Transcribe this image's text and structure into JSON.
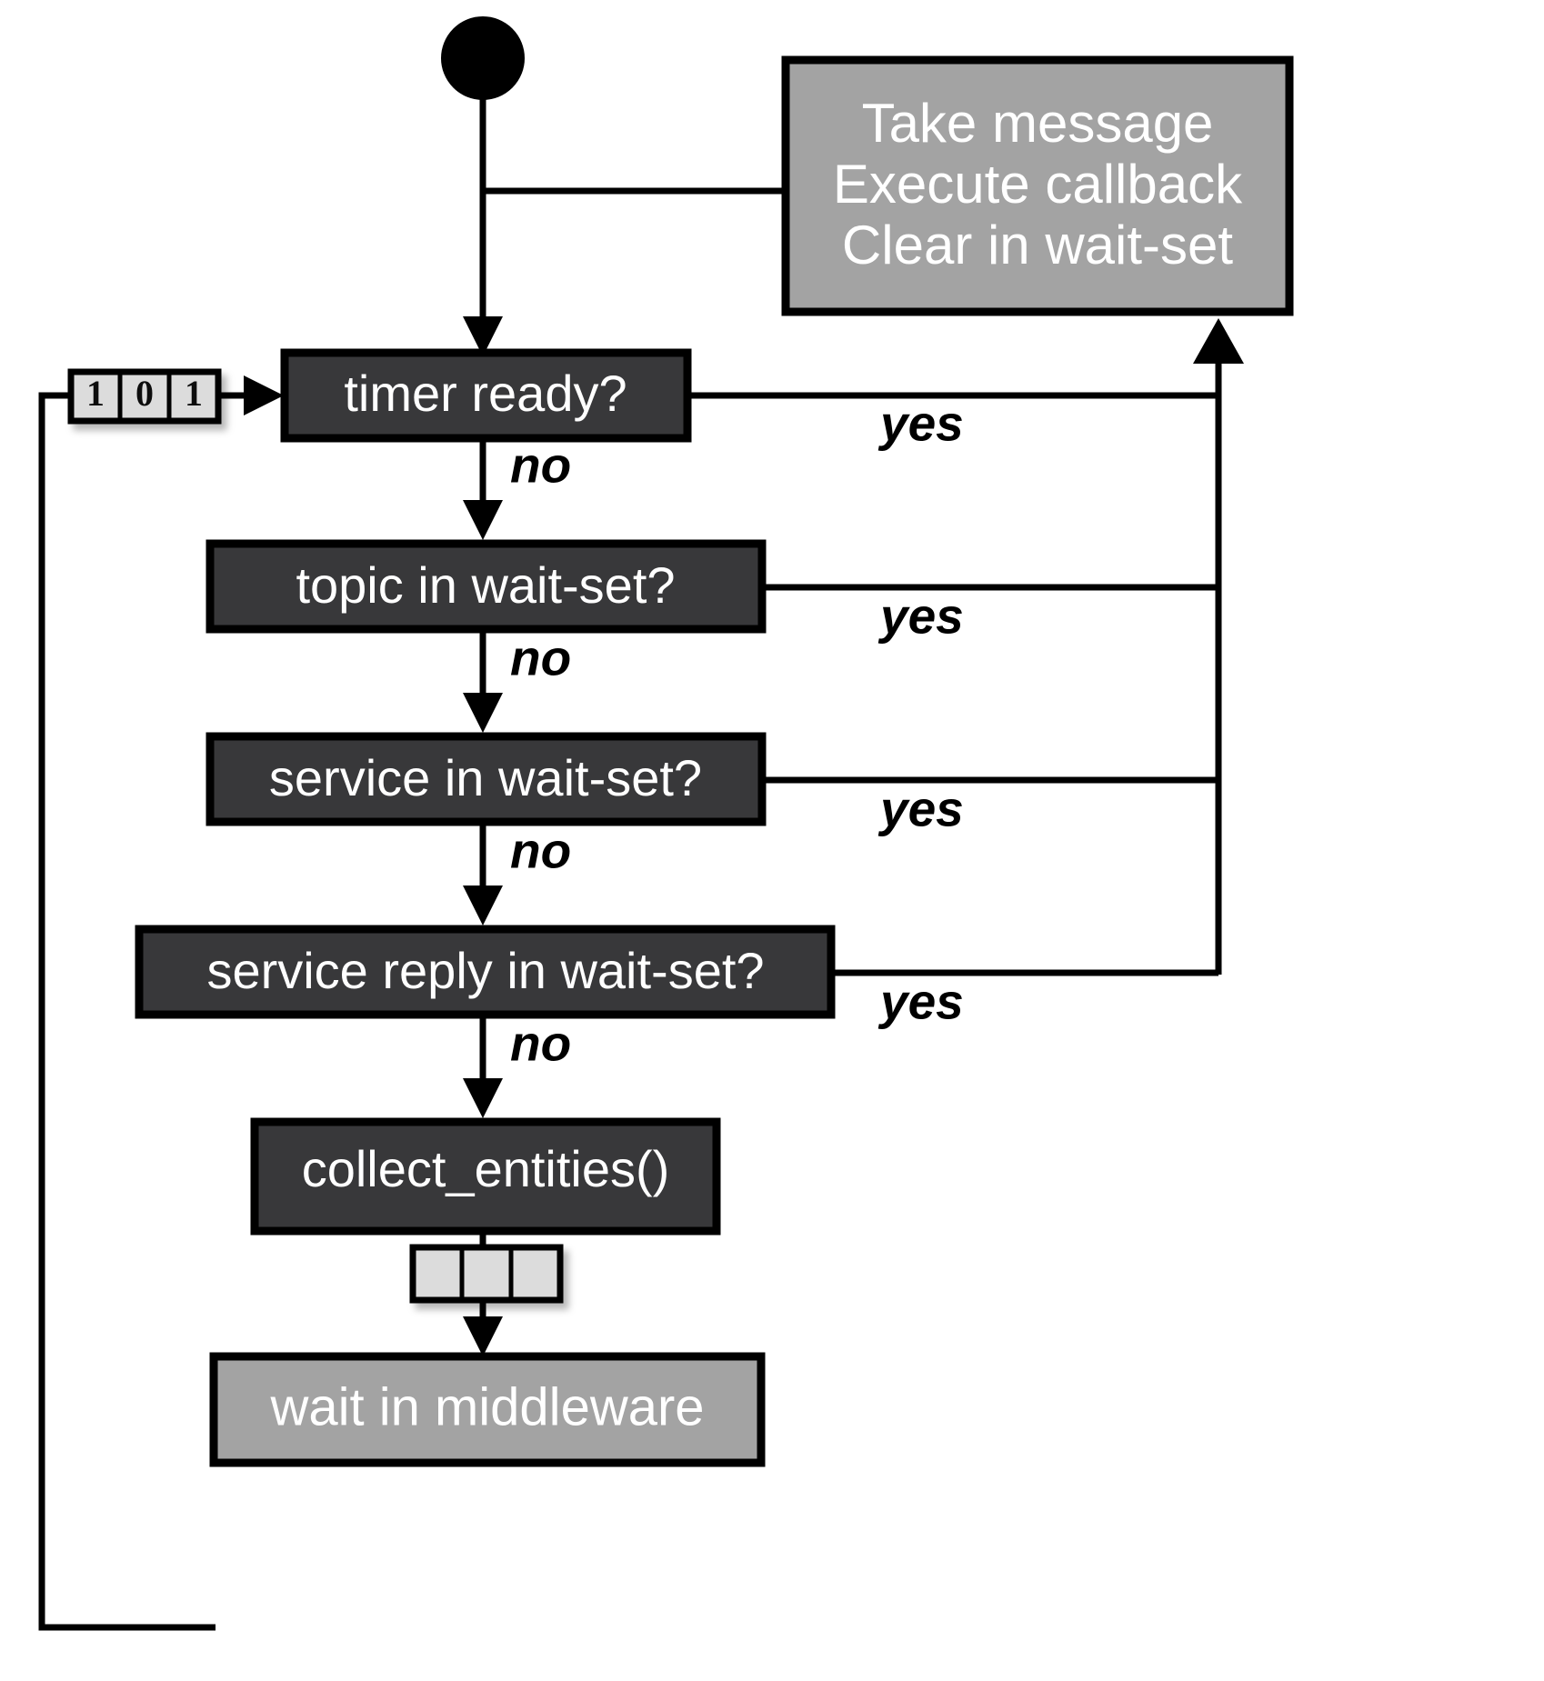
{
  "diagram": {
    "title": "ROS 2 executor wait-set polling flowchart",
    "colors": {
      "decision_fill": "#38383a",
      "decision_text": "#ffffff",
      "action_fill": "#a3a3a3",
      "action_text": "#ffffff",
      "cell_fill": "#dcdcdc",
      "stroke": "#000000",
      "background": "#ffffff",
      "label_text": "#000000"
    },
    "start_node": {
      "name": "start",
      "shape": "filled-circle"
    },
    "nodes": [
      {
        "id": "take-message",
        "kind": "action",
        "lines": [
          "Take message",
          "Execute callback",
          "Clear in wait-set"
        ],
        "fill": "#a3a3a3",
        "text_color": "#ffffff"
      },
      {
        "id": "timer-ready",
        "kind": "decision",
        "lines": [
          "timer ready?"
        ],
        "fill": "#38383a",
        "text_color": "#ffffff"
      },
      {
        "id": "topic-in-wait-set",
        "kind": "decision",
        "lines": [
          "topic in wait-set?"
        ],
        "fill": "#38383a",
        "text_color": "#ffffff"
      },
      {
        "id": "service-in-wait-set",
        "kind": "decision",
        "lines": [
          "service in wait-set?"
        ],
        "fill": "#38383a",
        "text_color": "#ffffff"
      },
      {
        "id": "service-reply-in-wait-set",
        "kind": "decision",
        "lines": [
          "service reply in wait-set?"
        ],
        "fill": "#38383a",
        "text_color": "#ffffff"
      },
      {
        "id": "collect-entities",
        "kind": "process",
        "lines": [
          "collect_entities()"
        ],
        "fill": "#38383a",
        "text_color": "#ffffff"
      },
      {
        "id": "wait-in-middleware",
        "kind": "action",
        "lines": [
          "wait in middleware"
        ],
        "fill": "#a3a3a3",
        "text_color": "#ffffff"
      }
    ],
    "bitfield_top": {
      "name": "wait-set-bits",
      "cells": [
        "1",
        "0",
        "1"
      ]
    },
    "bitfield_bottom": {
      "name": "wait-set-empty",
      "cells": [
        "",
        "",
        ""
      ]
    },
    "edge_labels": {
      "yes": "yes",
      "no": "no"
    },
    "edges": [
      {
        "from": "start",
        "to": "timer-ready",
        "label": ""
      },
      {
        "from": "start",
        "to": "take-message",
        "label": ""
      },
      {
        "from": "timer-ready",
        "to": "take-message",
        "label": "yes"
      },
      {
        "from": "timer-ready",
        "to": "topic-in-wait-set",
        "label": "no"
      },
      {
        "from": "topic-in-wait-set",
        "to": "take-message",
        "label": "yes"
      },
      {
        "from": "topic-in-wait-set",
        "to": "service-in-wait-set",
        "label": "no"
      },
      {
        "from": "service-in-wait-set",
        "to": "take-message",
        "label": "yes"
      },
      {
        "from": "service-in-wait-set",
        "to": "service-reply-in-wait-set",
        "label": "no"
      },
      {
        "from": "service-reply-in-wait-set",
        "to": "take-message",
        "label": "yes"
      },
      {
        "from": "service-reply-in-wait-set",
        "to": "collect-entities",
        "label": "no"
      },
      {
        "from": "collect-entities",
        "to": "wait-in-middleware",
        "label": ""
      },
      {
        "from": "wait-in-middleware",
        "to": "timer-ready",
        "label": ""
      }
    ]
  }
}
